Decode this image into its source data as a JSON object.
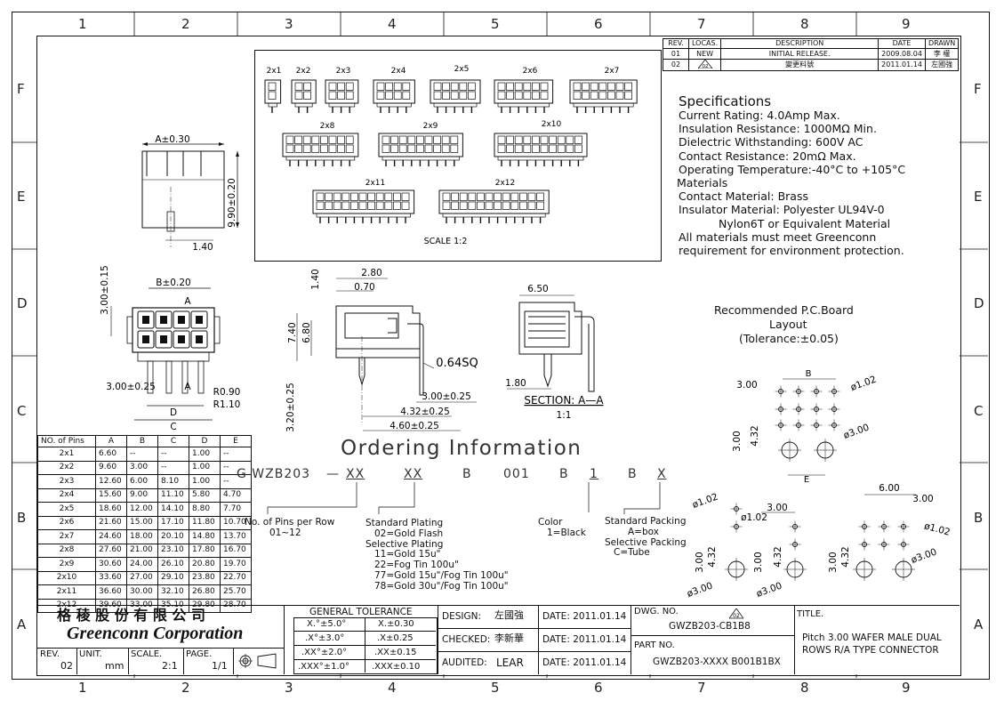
{
  "grid": {
    "cols": [
      "1",
      "2",
      "3",
      "4",
      "5",
      "6",
      "7",
      "8",
      "9"
    ],
    "rows": [
      "F",
      "E",
      "D",
      "C",
      "B",
      "A"
    ]
  },
  "revision_table": {
    "headers": [
      "REV.",
      "LOCAS.",
      "DESCRIPTION",
      "DATE",
      "DRAWN"
    ],
    "rows": [
      [
        "01",
        "NEW",
        "INITIAL RELEASE.",
        "2009.08.04",
        "李 權"
      ],
      [
        "02",
        "",
        "變更料號",
        "2011.01.14",
        "左國強"
      ]
    ],
    "loc_badge": "02"
  },
  "pin_variants": {
    "row1": [
      "2x1",
      "2x2",
      "2x3",
      "2x4",
      "2x5",
      "2x6",
      "2x7"
    ],
    "row2": [
      "2x8",
      "2x9",
      "2x10"
    ],
    "row3": [
      "2x11",
      "2x12"
    ],
    "scale": "SCALE 1:2"
  },
  "specifications": {
    "title": "Specifications",
    "lines": [
      "Current Rating: 4.0Amp Max.",
      "Insulation Resistance: 1000MΩ Min.",
      "Dielectric Withstanding: 600V AC",
      "Contact Resistance: 20mΩ Max.",
      "Operating Temperature:-40°C to +105°C",
      "Materials",
      "Contact Material: Brass",
      "Insulator Material: Polyester UL94V-0",
      "Nylon6T or Equivalent Material",
      "All materials must meet Greenconn",
      "requirement for environment protection."
    ]
  },
  "front_view": {
    "dim_a": "A±0.30",
    "dim_height": "9.90±0.20",
    "dim_140": "1.40"
  },
  "top_view": {
    "dim_b": "B±0.20",
    "dim_300_015": "3.00±0.15",
    "dim_300_025": "3.00±0.25",
    "label_a": "A",
    "label_a2": "A",
    "r090": "R0.90",
    "r110": "R1.10",
    "dim_d": "D",
    "dim_c": "C"
  },
  "side_view": {
    "d280": "2.80",
    "d070": "0.70",
    "d140": "1.40",
    "d740": "7.40",
    "d680": "6.80",
    "d064": "0.64SQ",
    "d300": "3.00±0.25",
    "d432": "4.32±0.25",
    "d460": "4.60±0.25",
    "d320": "3.20±0.25"
  },
  "section_view": {
    "d650": "6.50",
    "d180": "1.80",
    "title": "SECTION: A—A",
    "scale": "1:1"
  },
  "pcb_layout": {
    "title_lines": [
      "Recommended P.C.Board",
      "Layout",
      "(Tolerance:±0.05)"
    ],
    "b": "B",
    "d300a": "3.00",
    "d102": "ø1.02",
    "d300v": "3.00",
    "d432": "4.32",
    "d3": "ø3.00",
    "e": "E"
  },
  "pcb_small": {
    "a_d102": "ø1.02",
    "a_d300": "ø3.00",
    "b_d102": "ø1.02",
    "b_w": "3.00",
    "b_d300": "ø3.00",
    "c_w600": "6.00",
    "c_w300": "3.00",
    "c_d102": "ø1.02",
    "c_d300": "ø3.00",
    "v300": "3.00",
    "v432": "4.32"
  },
  "pins_table": {
    "headers": [
      "NO. of Pins",
      "A",
      "B",
      "C",
      "D",
      "E"
    ],
    "rows": [
      [
        "2x1",
        "6.60",
        "--",
        "--",
        "1.00",
        "--"
      ],
      [
        "2x2",
        "9.60",
        "3.00",
        "--",
        "1.00",
        "--"
      ],
      [
        "2x3",
        "12.60",
        "6.00",
        "8.10",
        "1.00",
        "--"
      ],
      [
        "2x4",
        "15.60",
        "9.00",
        "11.10",
        "5.80",
        "4.70"
      ],
      [
        "2x5",
        "18.60",
        "12.00",
        "14.10",
        "8.80",
        "7.70"
      ],
      [
        "2x6",
        "21.60",
        "15.00",
        "17.10",
        "11.80",
        "10.70"
      ],
      [
        "2x7",
        "24.60",
        "18.00",
        "20.10",
        "14.80",
        "13.70"
      ],
      [
        "2x8",
        "27.60",
        "21.00",
        "23.10",
        "17.80",
        "16.70"
      ],
      [
        "2x9",
        "30.60",
        "24.00",
        "26.10",
        "20.80",
        "19.70"
      ],
      [
        "2x10",
        "33.60",
        "27.00",
        "29.10",
        "23.80",
        "22.70"
      ],
      [
        "2x11",
        "36.60",
        "30.00",
        "32.10",
        "26.80",
        "25.70"
      ],
      [
        "2x12",
        "39.60",
        "33.00",
        "35.10",
        "29.80",
        "28.70"
      ]
    ]
  },
  "ordering": {
    "title": "Ordering Information",
    "code": [
      "G WZB203",
      "—",
      "XX",
      "XX",
      "B",
      "001",
      "B",
      "1",
      "B",
      "X"
    ],
    "pins_label": [
      "No. of Pins per Row",
      "01~12"
    ],
    "plating": [
      "Standard Plating",
      "02=Gold Flash",
      "Selective Plating",
      "11=Gold 15u\"",
      "22=Fog Tin 100u\"",
      "77=Gold 15u\"/Fog Tin 100u\"",
      "78=Gold 30u\"/Fog Tin 100u\""
    ],
    "color": [
      "Color",
      "1=Black"
    ],
    "packing": [
      "Standard Packing",
      "A=box",
      "Selective Packing",
      "C=Tube"
    ]
  },
  "title_block": {
    "company_cn": "格 稜 股 份 有 限 公 司",
    "company_en": "Greenconn Corporation",
    "rev_label": "REV.",
    "rev_value": "02",
    "unit_label": "UNIT.",
    "unit_value": "mm",
    "scale_label": "SCALE.",
    "scale_value": "2:1",
    "page_label": "PAGE.",
    "page_value": "1/1",
    "tolerance_title": "GENERAL TOLERANCE",
    "tolerance": [
      [
        "X.°±5.0°",
        "X.±0.30"
      ],
      [
        ".X°±3.0°",
        ".X±0.25"
      ],
      [
        ".XX°±2.0°",
        ".XX±0.15"
      ],
      [
        ".XXX°±1.0°",
        ".XXX±0.10"
      ]
    ],
    "design_label": "DESIGN:",
    "design_value": "左國強",
    "checked_label": "CHECKED:",
    "checked_value": "李新華",
    "audited_label": "AUDITED:",
    "audited_value": "LEAR",
    "date_label": "DATE:",
    "date_value": "2011.01.14",
    "dwg_label": "DWG. NO.",
    "dwg_value": "GWZB203-CB1B8",
    "dwg_badge": "02",
    "part_label": "PART NO.",
    "part_value": "GWZB203-XXXX B001B1BX",
    "title_label": "TITLE.",
    "title_lines": [
      "Pitch 3.00 WAFER MALE DUAL",
      "ROWS R/A TYPE CONNECTOR"
    ]
  }
}
